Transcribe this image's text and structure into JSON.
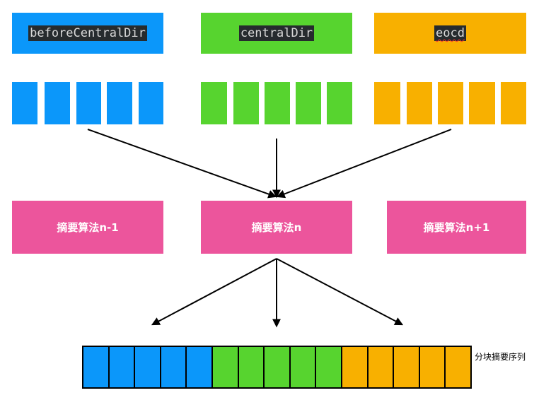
{
  "colors": {
    "blue": "#0b97fa",
    "green": "#57d42f",
    "orange": "#f8b000",
    "pink": "#ec559c",
    "arrow": "#000000"
  },
  "sections": [
    {
      "label": "beforeCentralDir",
      "color": "#0b97fa",
      "block_count": 5
    },
    {
      "label": "centralDir",
      "color": "#57d42f",
      "block_count": 5
    },
    {
      "label": "eocd",
      "color": "#f8b000",
      "block_count": 5
    }
  ],
  "algorithms": [
    {
      "label": "摘要算法n-1"
    },
    {
      "label": "摘要算法n"
    },
    {
      "label": "摘要算法n+1"
    }
  ],
  "sequence": {
    "label": "分块摘要序列",
    "cells": [
      "blue",
      "blue",
      "blue",
      "blue",
      "blue",
      "green",
      "green",
      "green",
      "green",
      "green",
      "orange",
      "orange",
      "orange",
      "orange",
      "orange"
    ]
  }
}
